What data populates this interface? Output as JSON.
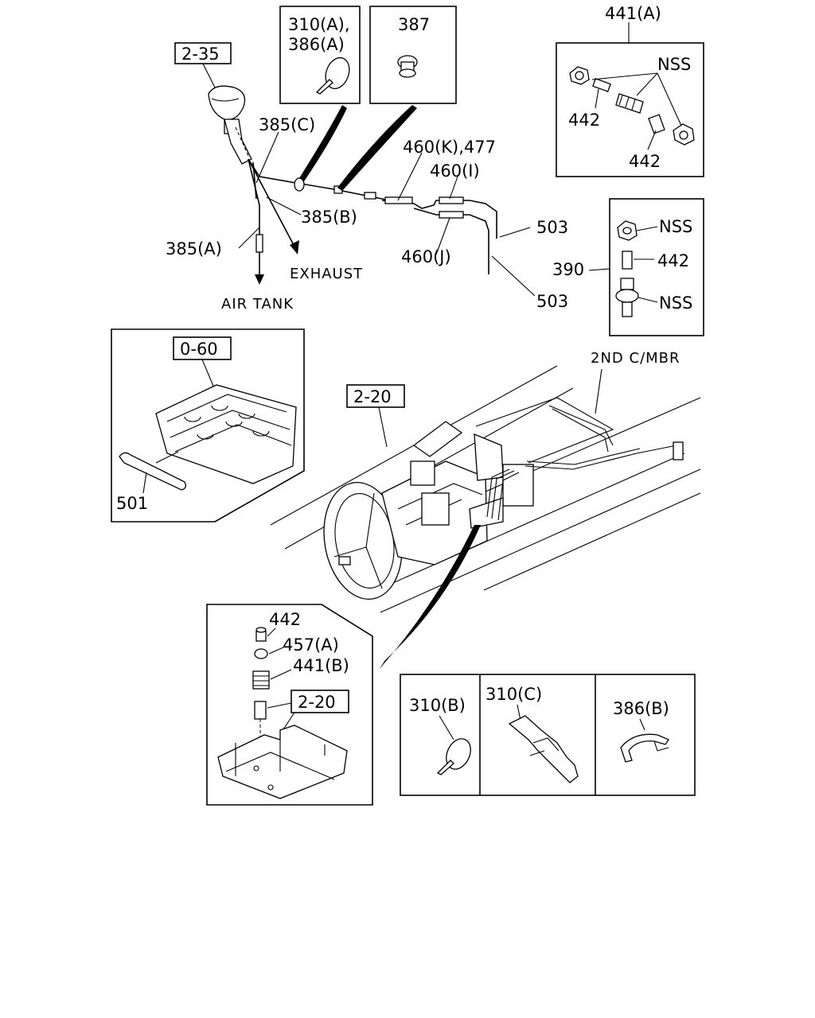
{
  "labels": {
    "ref_2_35": "2-35",
    "ref_0_60": "0-60",
    "ref_2_20_main": "2-20",
    "ref_2_20_inset": "2-20",
    "p310A_386A_line1": "310(A),",
    "p310A_386A_line2": "386(A)",
    "p387": "387",
    "p441A": "441(A)",
    "nss_a": "NSS",
    "p442_a": "442",
    "p442_b": "442",
    "p385C": "385(C)",
    "p460K_477": "460(K),477",
    "p460I": "460(I)",
    "p385B": "385(B)",
    "p385A": "385(A)",
    "p460J": "460(J)",
    "p503_a": "503",
    "p503_b": "503",
    "exhaust": "EXHAUST",
    "air_tank": "AIR TANK",
    "nss_b": "NSS",
    "p390": "390",
    "p442_c": "442",
    "nss_c": "NSS",
    "second_cmbr": "2ND C/MBR",
    "p501": "501",
    "p442_d": "442",
    "p457A": "457(A)",
    "p441B": "441(B)",
    "p310B": "310(B)",
    "p310C": "310(C)",
    "p386B": "386(B)"
  }
}
